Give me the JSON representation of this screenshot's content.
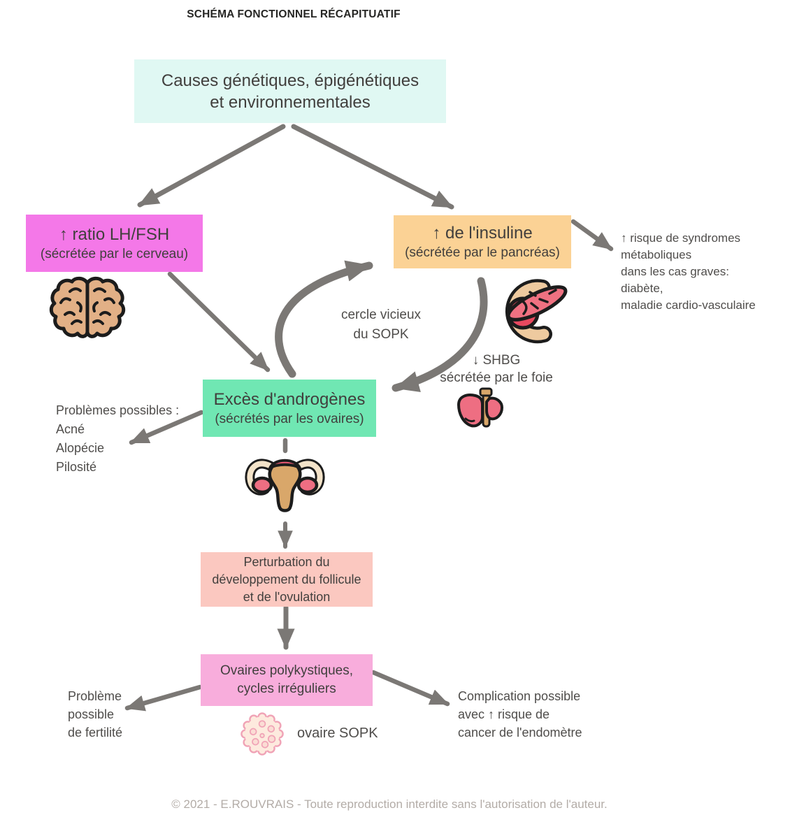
{
  "title": "SCHÉMA FONCTIONNEL RÉCAPITUATIF",
  "colors": {
    "causes_bg": "#e0f8f3",
    "lh_fsh_bg": "#f478e8",
    "insulin_bg": "#fbd295",
    "androgens_bg": "#70e7b3",
    "perturbation_bg": "#fbc8c0",
    "ovaries_bg": "#f8addc",
    "arrow_gray": "#7b7875",
    "body_text": "#4f4d4b",
    "footer_text": "#b3aca7"
  },
  "boxes": {
    "causes": {
      "line1": "Causes génétiques, épigénétiques",
      "line2": "et environnementales"
    },
    "lh_fsh": {
      "line1": "↑ ratio LH/FSH",
      "line2": "(sécrétée par le cerveau)"
    },
    "insulin": {
      "line1": "↑ de l'insuline",
      "line2": "(sécrétée par le pancréas)"
    },
    "androgens": {
      "line1": "Excès d'androgènes",
      "line2": "(sécrétés par les ovaires)"
    },
    "perturbation": {
      "line1": "Perturbation du",
      "line2": "développement du follicule",
      "line3": "et de l'ovulation"
    },
    "ovaries": {
      "line1": "Ovaires polykystiques,",
      "line2": "cycles irréguliers"
    }
  },
  "labels": {
    "vicious_circle": {
      "line1": "cercle vicieux",
      "line2": "du SOPK"
    },
    "shbg": {
      "line1": "↓ SHBG",
      "line2": "sécrétée par le foie"
    },
    "metabolic": {
      "line1": "↑ risque de syndromes",
      "line2": "métaboliques",
      "line3": "dans les cas graves:",
      "line4": "diabète,",
      "line5": "maladie cardio-vasculaire"
    },
    "problems": {
      "line1": "Problèmes possibles :",
      "line2": "Acné",
      "line3": "Alopécie",
      "line4": "Pilosité"
    },
    "fertility": {
      "line1": "Problème",
      "line2": "possible",
      "line3": "de fertilité"
    },
    "complication": {
      "line1": "Complication possible",
      "line2": "avec ↑ risque de",
      "line3": "cancer de l'endomètre"
    },
    "ovary_caption": "ovaire SOPK"
  },
  "icons": {
    "brain": "brain-icon",
    "pancreas": "pancreas-icon",
    "liver": "liver-icon",
    "uterus": "uterus-icon",
    "pcos_ovary": "pcos-ovary-icon"
  },
  "footer": "© 2021 - E.ROUVRAIS - Toute reproduction interdite sans l'autorisation de l'auteur."
}
